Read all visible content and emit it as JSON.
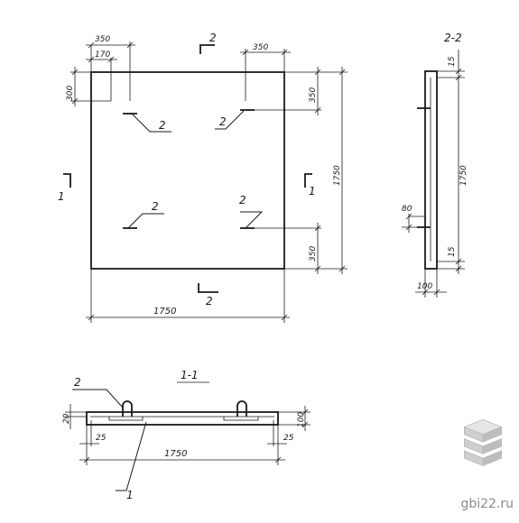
{
  "plan": {
    "dims": {
      "top_left_350": "350",
      "top_left_170": "170",
      "top_right_350": "350",
      "left_300": "300",
      "right_upper_350": "350",
      "right_overall": "1750",
      "right_lower_350": "350",
      "bottom_overall": "1750"
    },
    "labels": {
      "loop_tl": "2",
      "loop_tr": "2",
      "loop_bl": "2",
      "loop_br": "2"
    },
    "sections": {
      "top_2": "2",
      "bottom_2": "2",
      "left_1": "1",
      "right_1": "1"
    }
  },
  "section22": {
    "title": "2-2",
    "dims": {
      "top_15": "15",
      "height_1750": "1750",
      "left_80": "80",
      "bottom_15": "15",
      "width_100": "100"
    }
  },
  "section11": {
    "title": "1-1",
    "label_loop": "2",
    "label_slab": "1",
    "dims": {
      "left_20": "20",
      "right_100": "100",
      "left_25": "25",
      "right_25": "25",
      "length_1750": "1750"
    }
  },
  "watermark": {
    "text": "gbi22.ru"
  }
}
